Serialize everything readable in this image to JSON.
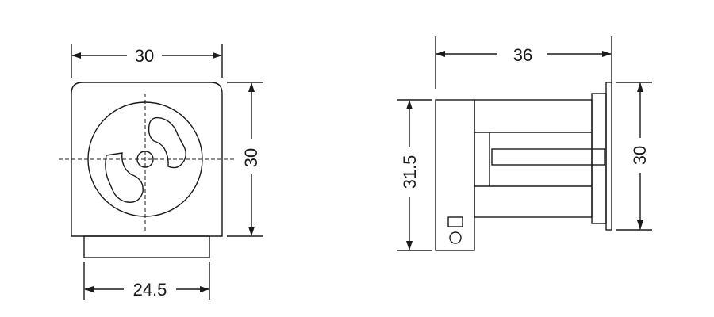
{
  "front_view": {
    "dim_top": "30",
    "dim_right": "30",
    "dim_bottom": "24.5"
  },
  "side_view": {
    "dim_top": "36",
    "dim_left": "31.5",
    "dim_right": "30"
  },
  "colors": {
    "line": "#1a1a1a",
    "background": "#ffffff"
  }
}
